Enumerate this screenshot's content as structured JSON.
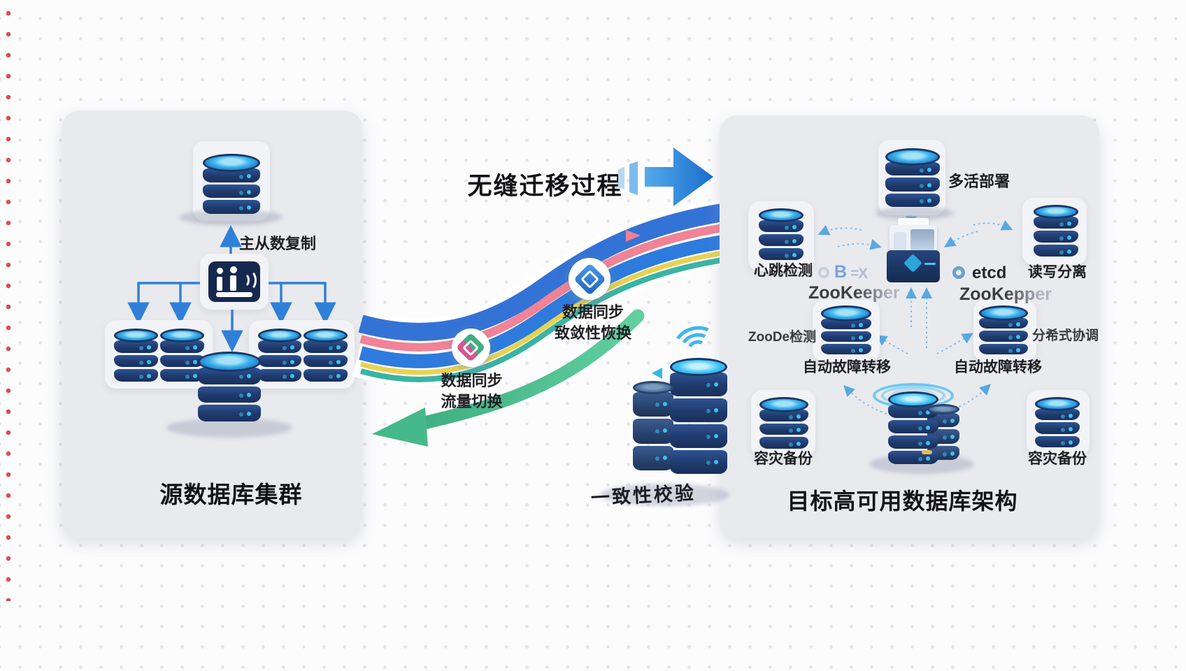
{
  "source_panel": {
    "title": "源数据库集群",
    "replication_label": "主从数复制"
  },
  "migration": {
    "heading": "无缝迁移过程",
    "top_badge": {
      "line1": "数据同步",
      "line2": "致敛性恢换"
    },
    "bottom_badge": {
      "line1": "数据同步",
      "line2": "流量切换"
    },
    "consistency_label": "一致性校验"
  },
  "target_panel": {
    "title": "目标高可用数据库架构",
    "multi_active_label": "多活部署",
    "heartbeat_label": "心跳检测",
    "read_write_label": "读写分离",
    "zookeeper_left_label": "ZooKeeper",
    "zookeeper_right_label": "ZooKepper",
    "etcd_label": "etcd",
    "logo_b": "B",
    "logo_x": "=X",
    "zoode_label": "ZooDe检测",
    "failover_left_label": "自动故障转移",
    "failover_right_label": "自动故障转移",
    "coordination_label": "分希式协调",
    "backup_left_label": "容灾备份",
    "backup_right_label": "容灾备份"
  },
  "icons": {
    "top_badge": "sync-diamond-icon",
    "bottom_badge": "switch-diamond-icon",
    "distributor": "replication-distributor-icon",
    "etcd": "etcd-ring-icon",
    "faded_circle": "faded-circle-logo-icon",
    "signal": "signal-arcs-icon"
  },
  "colors": {
    "ribbon_blue": "#3473d6",
    "ribbon_pink": "#f08396",
    "ribbon_yellow": "#e7d250",
    "ribbon_teal": "#3ab4a4",
    "return_arrow_green": "#4cbd90",
    "primary_arrow_blue": "#2b7fd9",
    "db_navy": "#1f3a6c",
    "db_cyan": "#3db4ec",
    "panel_gray": "#e9eaee",
    "accent_red_dots": "#e04a50"
  }
}
